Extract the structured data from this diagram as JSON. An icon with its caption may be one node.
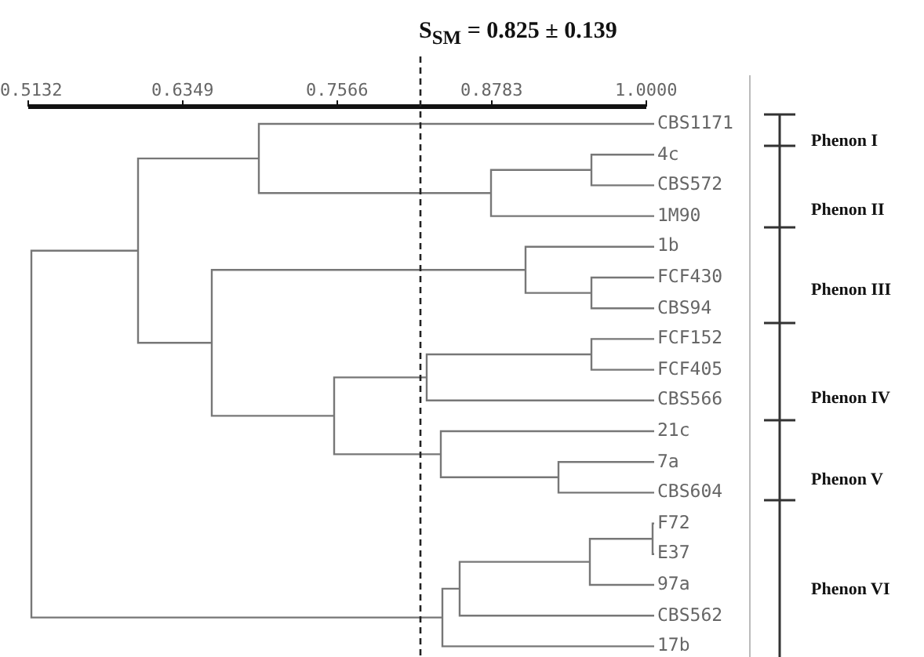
{
  "diagram": {
    "title": "S$_{SM}$ = 0.825 ± 0.139",
    "labels": [
      "0.5132",
      "0.6349",
      "0.7566",
      "0.8783",
      "1.0000",
      "CBS1171",
      "4c",
      "CBS572",
      "1M90",
      "1b",
      "FCF430",
      "CBS94",
      "FCF152",
      "FCF405",
      "CBS566",
      "21c",
      "7a",
      "CBS604",
      "F72",
      "E37",
      "97a",
      "CBS562",
      "17b",
      "Phenon I",
      "Phenon II",
      "Phenon III",
      "Phenon IV",
      "Phenon V",
      "Phenon VI"
    ]
  }
}
